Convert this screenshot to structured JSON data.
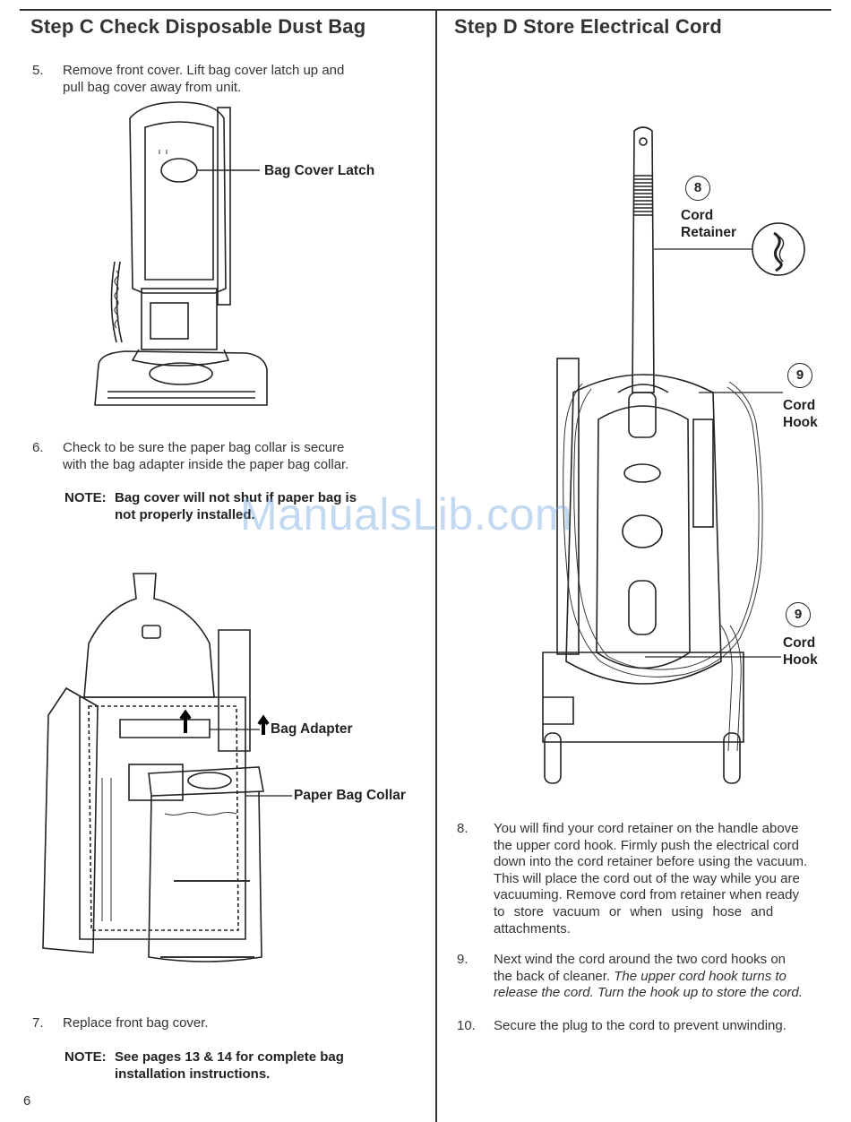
{
  "left": {
    "heading": "Step C  Check Disposable Dust Bag",
    "step5": {
      "num": "5.",
      "line1": "Remove front cover. Lift bag cover latch up and",
      "line2": "pull bag cover away from unit."
    },
    "callout_latch": "Bag Cover Latch",
    "step6": {
      "num": "6.",
      "line1": "Check to be sure the paper bag collar is secure",
      "line2": "with the bag adapter inside the paper bag collar."
    },
    "note1": {
      "label": "NOTE:",
      "line1": "Bag cover will not shut if paper bag is",
      "line2": "not properly installed."
    },
    "callout_adapter": "Bag Adapter",
    "callout_collar": "Paper Bag Collar",
    "step7": {
      "num": "7.",
      "line1": "Replace front bag cover."
    },
    "note2": {
      "label": "NOTE:",
      "line1": "See pages 13 & 14 for complete bag",
      "line2": "installation instructions."
    },
    "page_number": "6"
  },
  "right": {
    "heading": "Step D  Store Electrical Cord",
    "marker8": "8",
    "callout_retainer_1": "Cord",
    "callout_retainer_2": "Retainer",
    "marker9a": "9",
    "callout_hook_a_1": "Cord",
    "callout_hook_a_2": "Hook",
    "marker9b": "9",
    "callout_hook_b_1": "Cord",
    "callout_hook_b_2": "Hook",
    "step8": {
      "num": "8.",
      "lines": [
        "You will find your cord retainer on the handle above",
        "the upper cord hook. Firmly push the electrical cord",
        "down into the cord retainer before using the vacuum.",
        "This will place the cord out of the way while you are",
        "vacuuming. Remove cord from retainer when ready",
        "to store vacuum or when using hose and",
        "attachments."
      ]
    },
    "step9": {
      "num": "9.",
      "line1": "Next wind the cord around the two cord hooks on",
      "line2": "the back of cleaner.",
      "line2_italic": "The upper cord hook turns to",
      "line3": "release the cord. Turn the hook up to store the cord."
    },
    "step10": {
      "num": "10.",
      "line1": "Secure the plug to the cord to prevent unwinding."
    }
  },
  "watermark": "ManualsLib.com"
}
